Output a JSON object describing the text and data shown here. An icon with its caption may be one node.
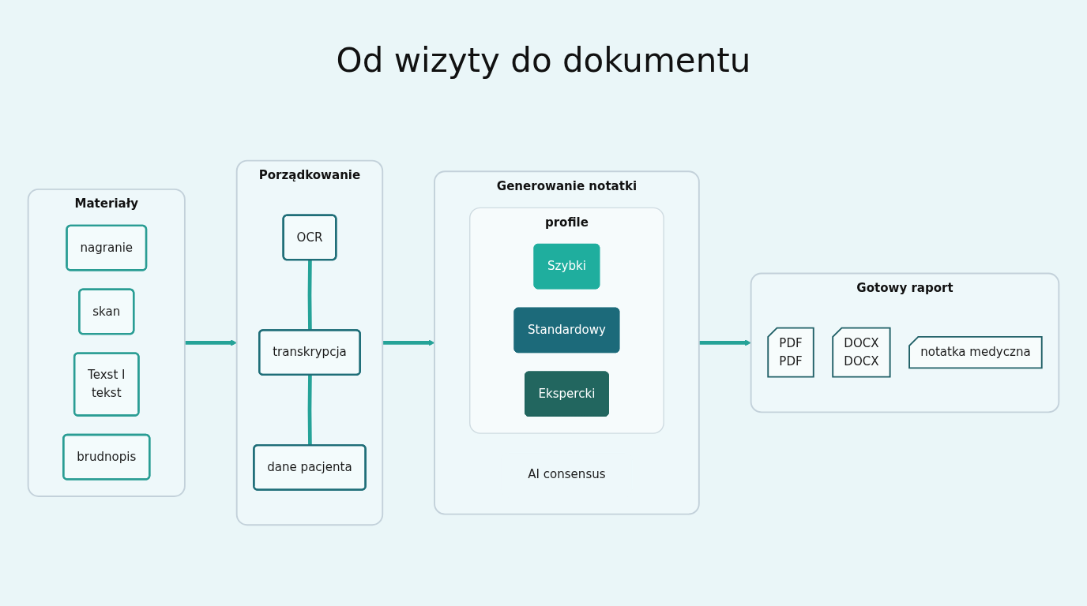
{
  "diagram": {
    "title": "Od wizyty do dokumentu",
    "nodes": [
      {
        "text": [
          "Materiały"
        ]
      },
      {
        "text": [
          "nagranie"
        ],
        "in": 0
      },
      {
        "text": [
          "skan"
        ],
        "in": 0
      },
      {
        "text": [
          "Texst I",
          "tekst"
        ],
        "in": 0
      },
      {
        "text": [
          "brudnopis"
        ],
        "in": 0
      },
      {
        "text": [
          "Porządkowanie"
        ]
      },
      {
        "text": [
          "OCR"
        ],
        "in": 5
      },
      {
        "text": [
          "transkrypcja"
        ],
        "in": 5
      },
      {
        "text": [
          "dane pacjenta"
        ],
        "in": 5
      },
      {
        "text": [
          "Generowanie notatki"
        ]
      },
      {
        "text": [
          "profile"
        ],
        "in": 9
      },
      {
        "text": [
          "Szybki"
        ],
        "in": 10
      },
      {
        "text": [
          "Standardowy"
        ],
        "in": 10
      },
      {
        "text": [
          "Ekspercki"
        ],
        "in": 10
      },
      {
        "text": [
          "AI consensus"
        ],
        "in": 9
      },
      {
        "text": [
          "Gotowy raport"
        ]
      },
      {
        "text": [
          "PDF",
          "PDF"
        ],
        "in": 15
      },
      {
        "text": [
          "DOCX",
          "DOCX"
        ],
        "in": 15
      },
      {
        "text": [
          "notatka medyczna"
        ],
        "in": 15
      }
    ],
    "edges": [
      {
        "from": 0,
        "to": 5,
        "arrow": "to"
      },
      {
        "from": 6,
        "to": 7,
        "arrow": "none"
      },
      {
        "from": 7,
        "to": 8,
        "arrow": "none"
      },
      {
        "from": 5,
        "to": 9,
        "arrow": "to"
      },
      {
        "from": 9,
        "to": 15,
        "arrow": "to"
      }
    ]
  }
}
